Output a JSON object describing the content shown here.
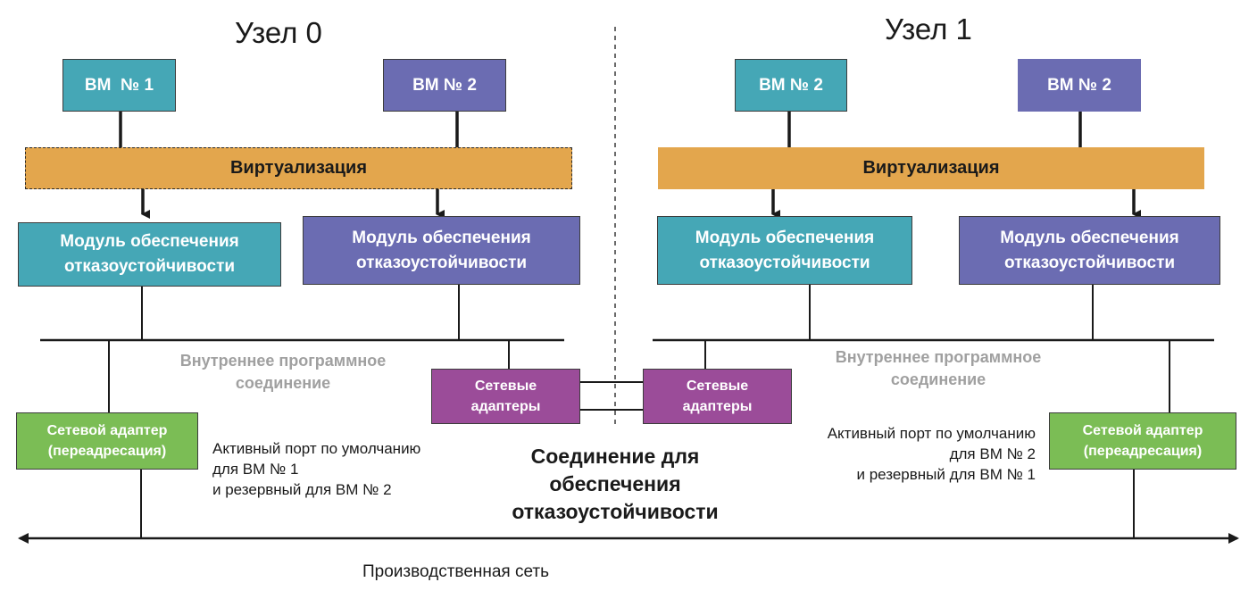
{
  "nodes": [
    {
      "title": "Узел 0",
      "vm_left": "ВМ  № 1",
      "vm_right": "ВМ № 2",
      "virtualization": "Виртуализация",
      "module_left": [
        "Модуль обеспечения",
        "отказоустойчивости"
      ],
      "module_right": [
        "Модуль обеспечения",
        "отказоустойчивости"
      ],
      "internal_connection": [
        "Внутреннее программное",
        "соединение"
      ],
      "network_adapters": [
        "Сетевые",
        "адаптеры"
      ],
      "adapter": [
        "Сетевой адаптер",
        "(переадресация)"
      ],
      "port_note": [
        "Активный порт по умолчанию",
        "для ВМ № 1",
        "и резервный для ВМ № 2"
      ]
    },
    {
      "title": "Узел 1",
      "vm_left": "ВМ № 2",
      "vm_right": "ВМ № 2",
      "virtualization": "Виртуализация",
      "module_left": [
        "Модуль обеспечения",
        "отказоустойчивости"
      ],
      "module_right": [
        "Модуль обеспечения",
        "отказоустойчивости"
      ],
      "internal_connection": [
        "Внутреннее программное",
        "соединение"
      ],
      "network_adapters": [
        "Сетевые",
        "адаптеры"
      ],
      "adapter": [
        "Сетевой адаптер",
        "(переадресация)"
      ],
      "port_note": [
        "Активный порт по умолчанию",
        "для ВМ № 2",
        "и резервный для ВМ № 1"
      ]
    }
  ],
  "failover_link": [
    "Соединение для",
    "обеспечения",
    "отказоустойчивости"
  ],
  "production_network": "Производственная сеть",
  "colors": {
    "teal": "#45a7b6",
    "violet": "#6b6cb2",
    "purple": "#9b4c99",
    "green": "#7bbd55",
    "orange": "#e3a64d",
    "line": "#1a1a1a",
    "gray_text": "#a0a0a0"
  }
}
